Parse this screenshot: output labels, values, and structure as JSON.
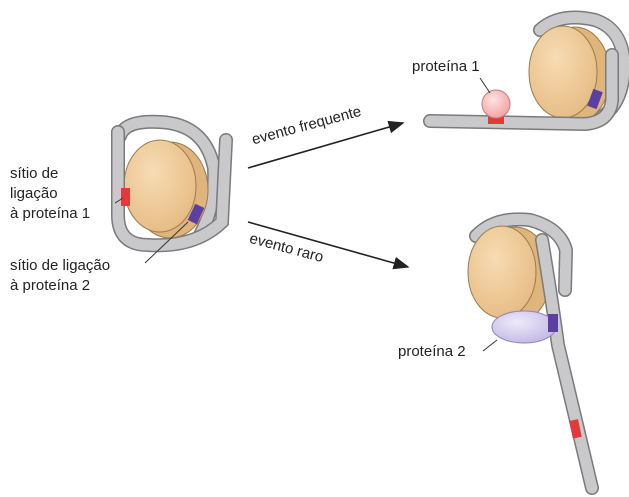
{
  "labels": {
    "site1_line1": "sítio de",
    "site1_line2": "ligação",
    "site1_line3": "à proteína 1",
    "site2_line1": "sítio de ligação",
    "site2_line2": "à proteína 2",
    "frequent_event": "evento frequente",
    "rare_event": "evento raro",
    "protein1": "proteína 1",
    "protein2": "proteína 2"
  },
  "colors": {
    "dna_fill": "#c9c9cb",
    "dna_stroke": "#7a7a7c",
    "histone_fill": "#f1cf9f",
    "histone_side": "#e0b57c",
    "site1_red": "#e23a3a",
    "site2_purple": "#5b3fa2",
    "protein1_fill": "#f6b9b8",
    "protein2_fill": "#d9d2f0"
  }
}
